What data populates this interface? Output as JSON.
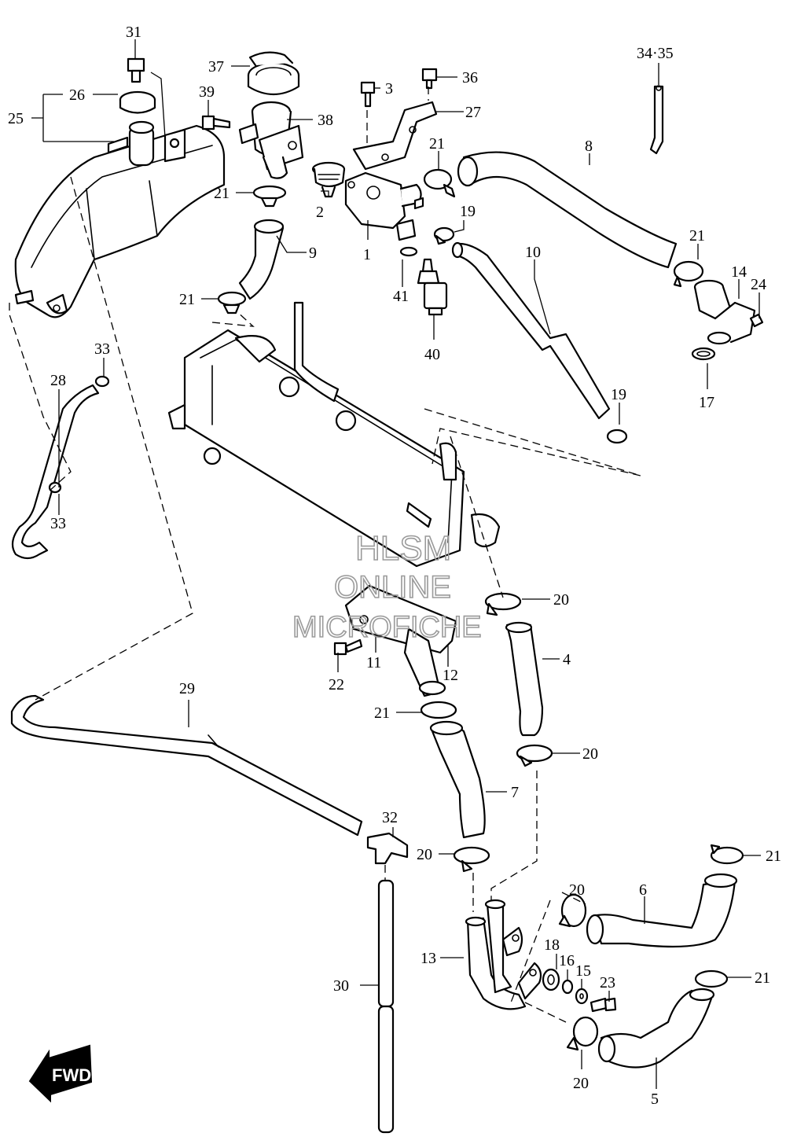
{
  "watermark": {
    "line1": "HLSM",
    "line2": "ONLINE",
    "line3": "MICROFICHE"
  },
  "direction_label": "FWD",
  "callouts": {
    "c1": "1",
    "c2": "2",
    "c3": "3",
    "c4": "4",
    "c5": "5",
    "c6": "6",
    "c7": "7",
    "c8": "8",
    "c9": "9",
    "c10": "10",
    "c11": "11",
    "c12": "12",
    "c13": "13",
    "c14": "14",
    "c15": "15",
    "c16": "16",
    "c17": "17",
    "c18": "18",
    "c19a": "19",
    "c19b": "19",
    "c20a": "20",
    "c20b": "20",
    "c20c": "20",
    "c20d": "20",
    "c20e": "20",
    "c21a": "21",
    "c21b": "21",
    "c21c": "21",
    "c21d": "21",
    "c21e": "21",
    "c21f": "21",
    "c21g": "21",
    "c22": "22",
    "c23": "23",
    "c24": "24",
    "c25": "25",
    "c26": "26",
    "c27": "27",
    "c28": "28",
    "c29": "29",
    "c30": "30",
    "c31": "31",
    "c32": "32",
    "c33a": "33",
    "c33b": "33",
    "c3435": "34·35",
    "c36": "36",
    "c37": "37",
    "c38": "38",
    "c39": "39",
    "c40": "40",
    "c41": "41"
  }
}
